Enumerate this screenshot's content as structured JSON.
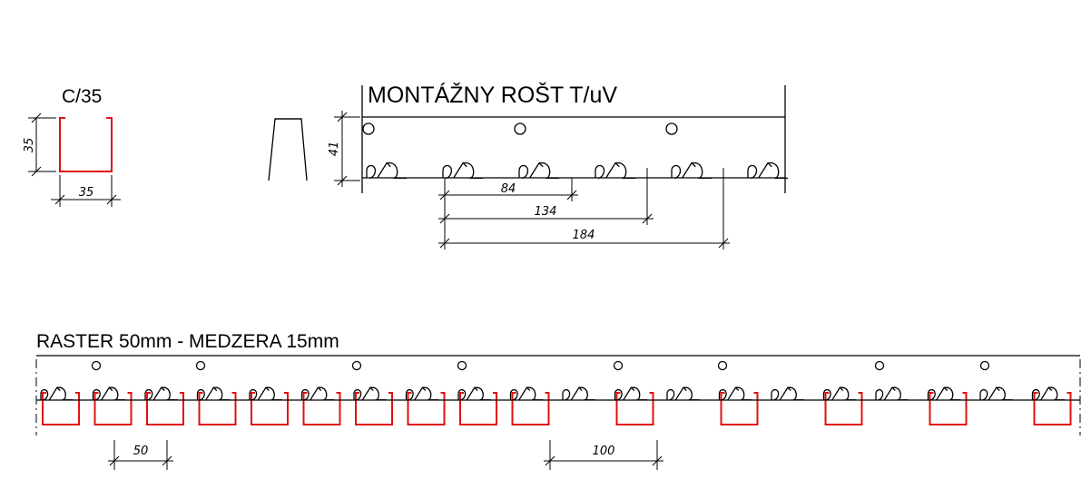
{
  "profile": {
    "name": "C/35",
    "height_label": "35",
    "width_label": "35"
  },
  "rail": {
    "title": "MONTÁŽNY ROŠT T/uV",
    "height_label": "41",
    "dims": [
      "84",
      "134",
      "184"
    ]
  },
  "raster": {
    "title": "RASTER 50mm - MEDZERA 15mm",
    "dim_small": "50",
    "dim_large": "100"
  },
  "colors": {
    "profile_red": "#e01010",
    "line_black": "#000000"
  }
}
